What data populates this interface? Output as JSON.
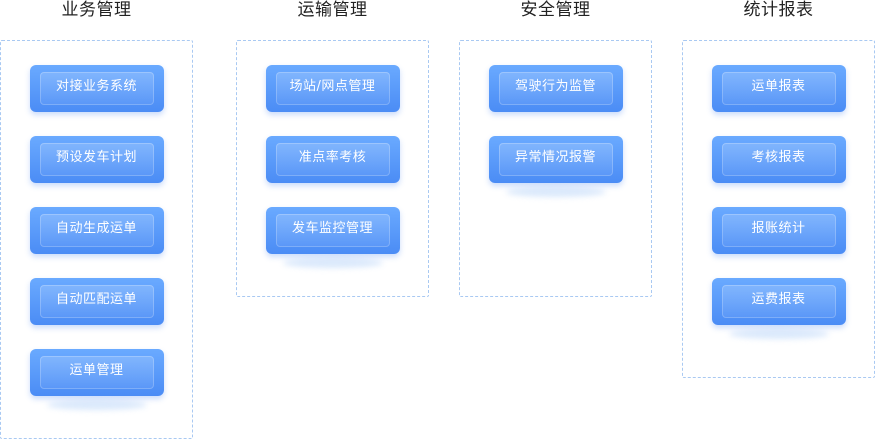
{
  "columns": [
    {
      "title": "业务管理",
      "items": [
        "对接业务系统",
        "预设发车计划",
        "自动生成运单",
        "自动匹配运单",
        "运单管理"
      ]
    },
    {
      "title": "运输管理",
      "items": [
        "场站/网点管理",
        "准点率考核",
        "发车监控管理"
      ]
    },
    {
      "title": "安全管理",
      "items": [
        "驾驶行为监管",
        "异常情况报警"
      ]
    },
    {
      "title": "统计报表",
      "items": [
        "运单报表",
        "考核报表",
        "报账统计",
        "运费报表"
      ]
    }
  ]
}
